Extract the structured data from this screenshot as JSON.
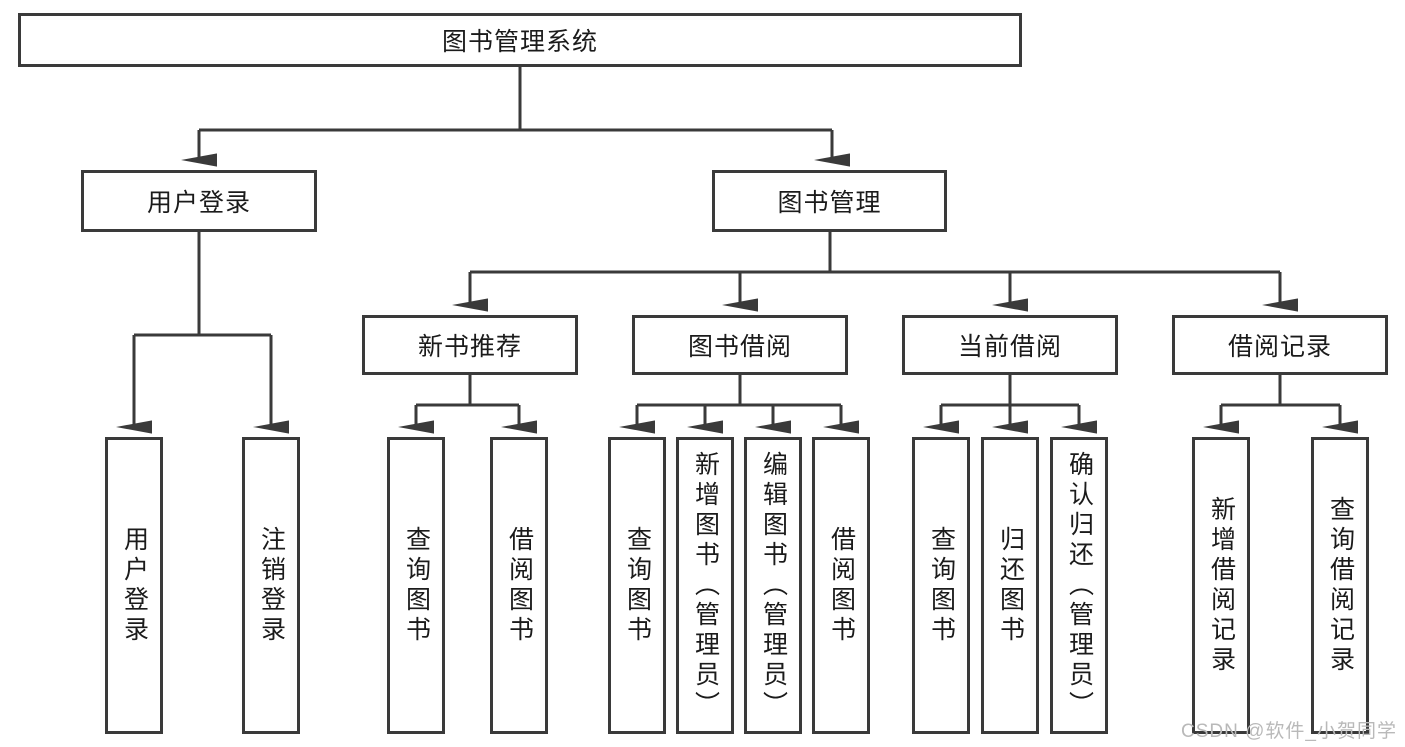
{
  "diagram": {
    "title": "图书管理系统",
    "type": "tree",
    "watermark": "CSDN @软件_小贺同学",
    "colors": {
      "box_border": "#3a3a3a",
      "box_fill": "#ffffff",
      "edge": "#3a3a3a",
      "text": "#1b1b1b",
      "watermark": "#b9b9b9",
      "background": "#ffffff"
    },
    "levels": {
      "root": {
        "label": "图书管理系统"
      },
      "level2": [
        {
          "id": "user-login",
          "label": "用户登录"
        },
        {
          "id": "book-manage",
          "label": "图书管理"
        }
      ],
      "level3": [
        {
          "id": "new-book-recommend",
          "label": "新书推荐"
        },
        {
          "id": "book-borrow",
          "label": "图书借阅"
        },
        {
          "id": "current-borrow",
          "label": "当前借阅"
        },
        {
          "id": "borrow-record",
          "label": "借阅记录"
        }
      ],
      "leaves": {
        "user-login": [
          {
            "id": "leaf-user-login",
            "label": "用户登录"
          },
          {
            "id": "leaf-user-logout",
            "label": "注销登录"
          }
        ],
        "new-book-recommend": [
          {
            "id": "leaf-query-book-1",
            "label": "查询图书"
          },
          {
            "id": "leaf-borrow-book-1",
            "label": "借阅图书"
          }
        ],
        "book-borrow": [
          {
            "id": "leaf-query-book-2",
            "label": "查询图书"
          },
          {
            "id": "leaf-add-book",
            "label": "新增图书（管理员）"
          },
          {
            "id": "leaf-edit-book",
            "label": "编辑图书（管理员）"
          },
          {
            "id": "leaf-borrow-book-2",
            "label": "借阅图书"
          }
        ],
        "current-borrow": [
          {
            "id": "leaf-query-book-3",
            "label": "查询图书"
          },
          {
            "id": "leaf-return-book",
            "label": "归还图书"
          },
          {
            "id": "leaf-confirm-return",
            "label": "确认归还（管理员）"
          }
        ],
        "borrow-record": [
          {
            "id": "leaf-add-record",
            "label": "新增借阅记录"
          },
          {
            "id": "leaf-query-record",
            "label": "查询借阅记录"
          }
        ]
      }
    }
  }
}
